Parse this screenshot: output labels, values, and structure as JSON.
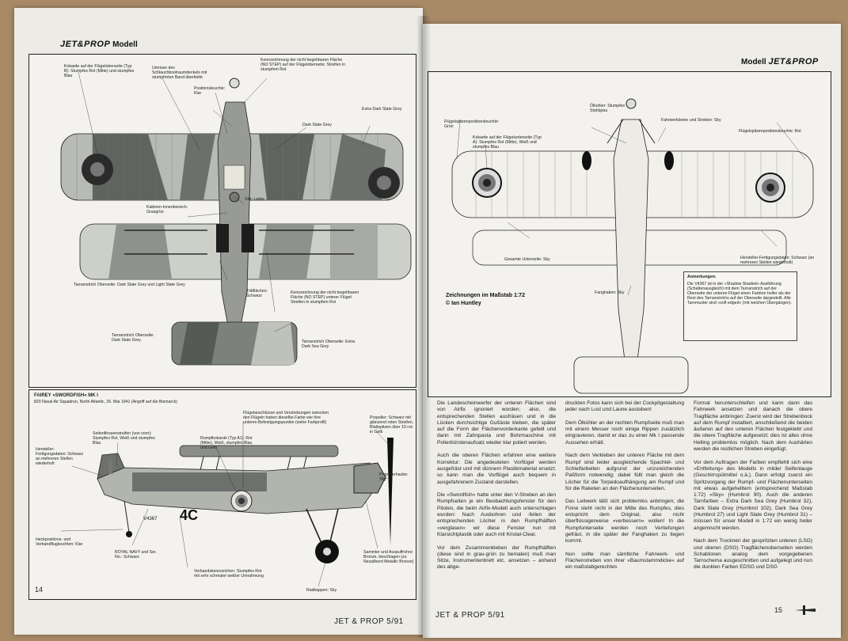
{
  "left_page": {
    "header_logo": "JET&PROP",
    "header_word": "Modell",
    "page_number": "14",
    "top_labels": {
      "kokarde": "Kokarde auf der Flügeloberseite (Typ B): Stumpfes Rot (Mitte) und stumpfes Blau",
      "umrisse": "Umrisse des Schlauchbootraumdeckels mit stumpfroten Band überklebt",
      "kennzeichnung_top": "Kennzeichnung der nicht begehbaren Fläche (NO STEP) auf der Flügeloberseite: Streifen in stumpfem Rot",
      "position": "Positionsleuchte: Klar",
      "dark_slate": "Dark Slate Grey",
      "extra_dark": "Extra Dark Slate Grey",
      "sitz": "Sitz: Leder",
      "kabinen": "Kabinen-Innenbereich: Grasgrün",
      "tarnanstrich_mid": "Tarnanstrich Oberseite: Dark Slate Grey und Light Slate Grey",
      "trittflaechen": "Trittflächen: Schwarz",
      "kennzeichnung_lower": "Kennzeichnung der nicht begehbaren Fläche (NO STEP) unterer Flügel: Streifen in stumpfem Rot",
      "tarn_tail_left": "Tarnanstrich Oberseite: Dark Slate Grey",
      "tarn_tail_right": "Tarnanstrich Oberseite: Extra Dark Sea Grey"
    },
    "side_caption": {
      "title": "FAIREY »SWORDFISH« MK I",
      "subtitle": "820 Naval Air Squadron, North Atlantic, 26. Mai 1941 (Angriff auf die Bismarck)"
    },
    "side_labels": {
      "seitenflossen": "Seitenflossenstreifen (von vorn): Stumpfes Rot, Weiß und stumpfes Blau",
      "hersteller": "Hersteller-Fertigungsdaten: Schwarz an mehreren Stellen wiederholt",
      "fluegelanschluesse": "Flügelanschlüsse und Verstrebungen zwischen den Flügeln haben dieselbe Farbe wie ihre unteren Befestigungspunkte (siehe Farbprofil)",
      "rumpfkokarde": "Rumpfkokarde (Typ A1): Rot (Mitte), Weiß, stumpfes Blau und Gelb",
      "propeller": "Propeller: Schwarz mit glänzend roten Streifen, Blattspitzen über 10 cm in Gelb",
      "propellerhaube": "Propellerhaube: Sky",
      "heckposition": "Heckpositions- und Verbandflugleuchten: Klar",
      "royal_navy": "ROYAL NAVY und Ser. No.: Schwarz",
      "verbands": "Verbandskennzeichen: Stumpfes Rot mit sehr schmaler weißer Umrahmung",
      "sammler": "Sammler und Auspuffrohre: Bronze, beschlagen (zu Neusilberd Metallic Bronze)",
      "radkappen": "Radkappen: Sky",
      "code": "4C",
      "serial": "V4367"
    },
    "footer": "JET & PROP 5/91"
  },
  "right_page": {
    "header_word": "Modell",
    "header_logo": "JET&PROP",
    "page_number": "15",
    "labels": {
      "oelkuehler": "Ölkühler: Stumpfes Stahlgrau",
      "fahrwerk": "Fahrwerkbeine und Streben: Sky",
      "fluegelspitzen_left": "Flügelspitzenpositionsleuchte: Grün",
      "fluegelspitzen_right": "Flügelspitzenpositionsleuchte: Rot",
      "kokarde_unter": "Kokarde auf der Flügelunterseite (Typ A): Stumpfes Rot (Mitte), Weiß und stumpfes Blau",
      "gesamte": "Gesamte Unterseite: Sky",
      "hersteller_r": "Hersteller-Fertigungsdaten: Schwarz (an mehreren Stellen wiederholt)",
      "fanghaken": "Fanghaken: Sky",
      "zeichnungen": "Zeichnungen im Maßstab 1:72",
      "zeichner": "© Ian Huntley"
    },
    "anmerkungen": {
      "title": "Anmerkungen:",
      "body": "Die V4367 ist in der »Shadow Shaded«-Ausführung (Schattenausgleich) mit dem Tarnanstrich auf der Oberseite der unteren Flügel einen Farbton heller als der Rest des Tarnanstrichs auf der Oberseite dargestellt. Alle Tarnmuster sind »soft edged« (mit weichen Übergängen)."
    },
    "footer": "JET & PROP 5/91"
  },
  "columns": {
    "c1": "Die Landescheinwerfer der unteren Flächen sind von Airfix ignoriert worden; also, die entsprechenden Stellen ausfräsen und in die Lücken durchsichtige Gußäste kleben, die später auf die Form der Flächenvorderkante gefeilt und dann mit Zahnpasta und Bohrmaschine mit Polierbürstenaufsatz wieder klar poliert werden.\n\nAuch die oberen Flächen erfahren eine weitere Korrektur: Die angedeuteten Vorflügel werden ausgefräst und mit dünnem Plastikmaterial ersetzt; so kann man die Vorflügel auch bequem in ausgefahrenem Zustand darstellen.\n\nDie »Swordfish« hatte unter den V-Streben an den Rumpfseiten je ein Beobachtungsfenster für den Piloten, die beim Airfix-Modell auch unterschlagen wurden: Nach Ausbohren und -feilen der entsprechenden Löcher in den Rumpfhälften »verglasen« wir diese Fenster nun mit Klarsichtplastik oder auch mit Kristal-Clear.\n\nVor dem Zusammenkleben der Rumpfhälften (diese sind in grau-grün zu bemalen) muß man Sitze, Instrumentenbrett etc. ansetzen – anhand des abge-",
    "c2": "druckten Fotos kann sich bei der Cockpitgestaltung jeder nach Lust und Laune austoben!\n\nDem Ölkühler an der rechten Rumpfseite muß man mit einem Messer noch einige Rippen zusätzlich eingravieren, damit er das zu einer Mk I passende Aussehen erhält.\n\nNach dem Verkleben der unteren Fläche mit dem Rumpf sind leider ausgleichende Spachtel- und Schleifarbeiten aufgrund der unzureichenden Paßform notwendig; dabei füllt man gleich die Löcher für die Torpedoaufhängung am Rumpf und für die Raketen an den Flächenunterseiten.\n\nDas Leitwerk läßt sich problemlos anbringen; die Finne steht nicht in der Mitte des Rumpfes, dies entspricht dem Original, also nicht überflüssigerweise »verbessern« wollen! In die Rumpfunterseite werden noch Vertiefungen gefräst, in die später der Fanghaken zu liegen kommt.\n\nNun sollte man sämtliche Fahrwerk- und Flächenstreben von ihrer »Baumstammdicke« auf ein maßstabgerechtes",
    "c3": "Format herunterschleifen und kann dann das Fahrwerk ansetzen und danach die obere Tragfläche anbringen: Zuerst wird der Strebenbock auf dem Rumpf installiert, anschließend die beiden äußeren auf den unteren Flächen festgeklebt und die obere Tragfläche aufgesetzt; dies ist alles ohne Helling problemlos möglich. Nach dem Aushärten werden die restlichen Streben eingefügt.\n\nVor dem Auftragen der Farben empfiehlt sich eine »Entfettung« des Modells in milder Seifenlauge (Geschirrspülmittel o.ä.). Dann erfolgt zuerst ein Spritzvorgang der Rumpf- und Flächenunterseiten mit etwas aufgehelltem (entsprechend Maßstab 1:72) »Sky« (Humbrol 90). Auch die anderen Tarnfarben – Extra Dark Sea Grey (Humbrol 32), Dark Slate Grey (Humbrol 102), Dark Sea Grey (Humbrol 27) und Light Slate Grey (Humbrol 31) – müssen für unser Modell in 1:72 ein wenig heller angemischt werden.\n\nNach dem Trocknen der gespritzten unteren (LSG) und oberen (DSG) Tragflächenoberseiten werden Schablonen analog dem vorgegebenen Tarnschema ausgeschnitten und aufgelegt und nun die dunklen Farben EDSG und DSG"
  },
  "colors": {
    "dark_slate": "#5a5f5c",
    "light_slate": "#a9aca6",
    "sky": "#e6e6dd",
    "line": "#2a2a2a"
  }
}
